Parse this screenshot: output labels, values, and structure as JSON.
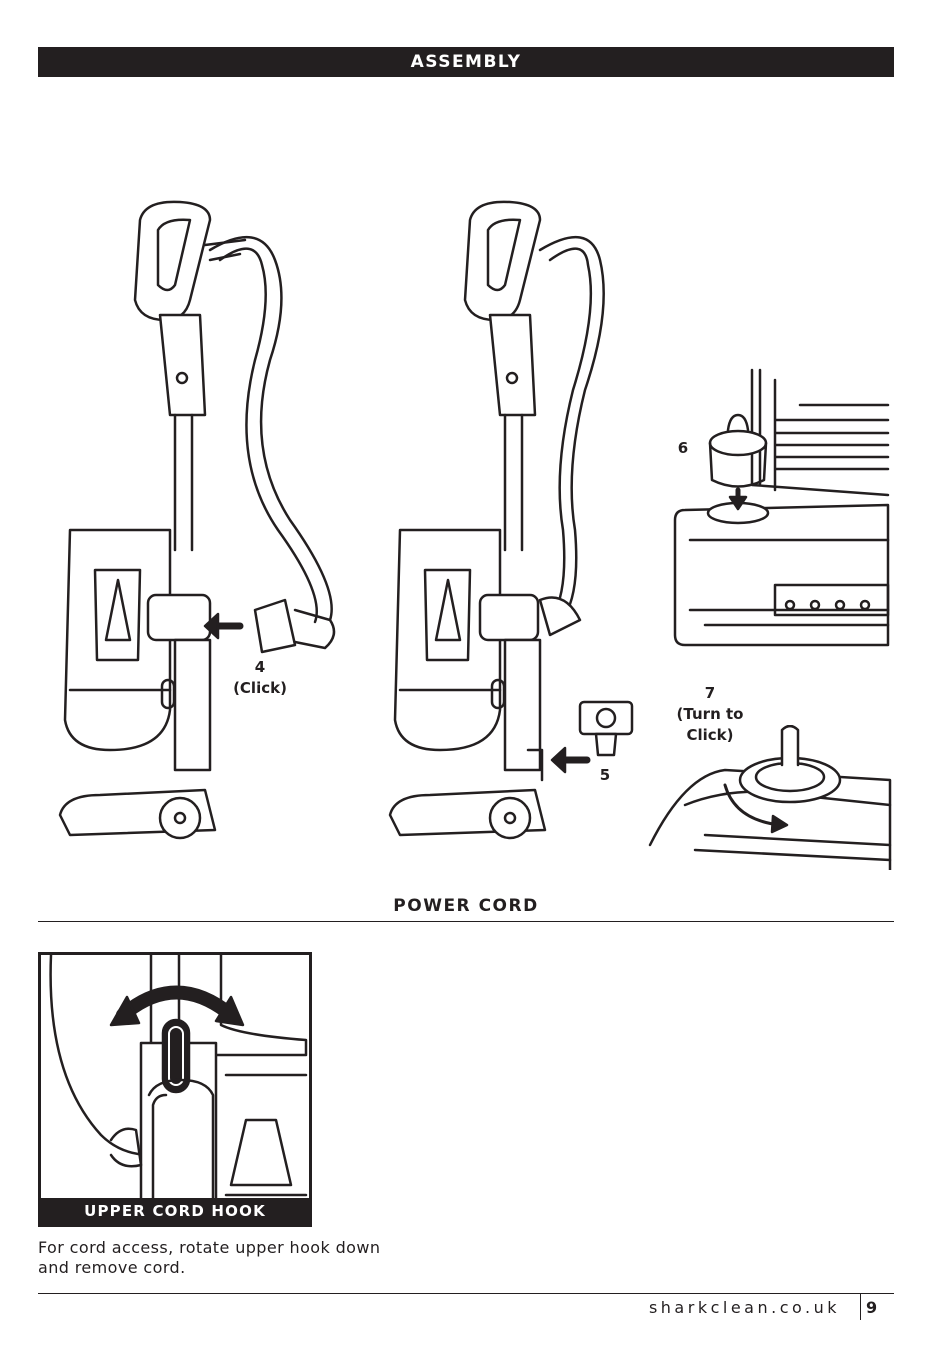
{
  "header": {
    "title": "ASSEMBLY"
  },
  "steps": {
    "step4": {
      "number": "4",
      "note": "(Click)"
    },
    "step5": {
      "number": "5"
    },
    "step6": {
      "number": "6"
    },
    "step7": {
      "number": "7",
      "note_line1": "(Turn to",
      "note_line2": "Click)"
    }
  },
  "power_cord": {
    "title": "POWER CORD",
    "photo_caption": "UPPER CORD HOOK",
    "description_line1": "For cord access, rotate upper hook down",
    "description_line2": "and remove cord."
  },
  "footer": {
    "website": "sharkclean.co.uk",
    "page_number": "9"
  }
}
